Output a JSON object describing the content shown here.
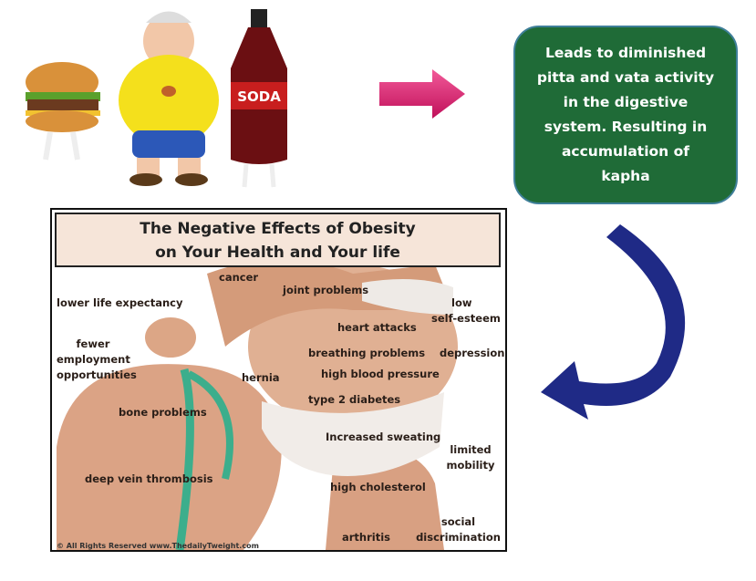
{
  "cartoon": {
    "bottle_label": "SODA",
    "icons": [
      "burger-character",
      "fat-man-character",
      "soda-bottle-character"
    ]
  },
  "colors": {
    "pink_arrow": "#e0166a",
    "green_box": "#1f6b37",
    "blue_arrow": "#1f2a86",
    "title_bg": "#f6e5d9"
  },
  "green_box": {
    "lines": [
      "Leads to diminished",
      "pitta and vata activity",
      "in the digestive",
      "system. Resulting in",
      "accumulation of",
      "kapha"
    ]
  },
  "panel": {
    "title_lines": [
      "The Negative Effects of Obesity",
      "on Your Health and Your life"
    ],
    "labels": {
      "cancer": "cancer",
      "joint_problems": "joint problems",
      "lower_life_expectancy": "lower life expectancy",
      "low": "low",
      "self_esteem": "self-esteem",
      "heart_attacks": "heart attacks",
      "fewer": "fewer",
      "employment": "employment",
      "opportunities": "opportunities",
      "breathing_problems": "breathing problems",
      "depression": "depression",
      "high_blood_pressure": "high blood pressure",
      "hernia": "hernia",
      "type_2_diabetes": "type 2 diabetes",
      "bone_problems": "bone problems",
      "increased_sweating": "Increased sweating",
      "limited": "limited",
      "mobility": "mobility",
      "deep_vein_thrombosis": "deep vein thrombosis",
      "high_cholesterol": "high cholesterol",
      "social": "social",
      "discrimination": "discrimination",
      "arthritis": "arthritis"
    },
    "copyright": "© All Rights Reserved www.ThedailyTweight.com"
  }
}
